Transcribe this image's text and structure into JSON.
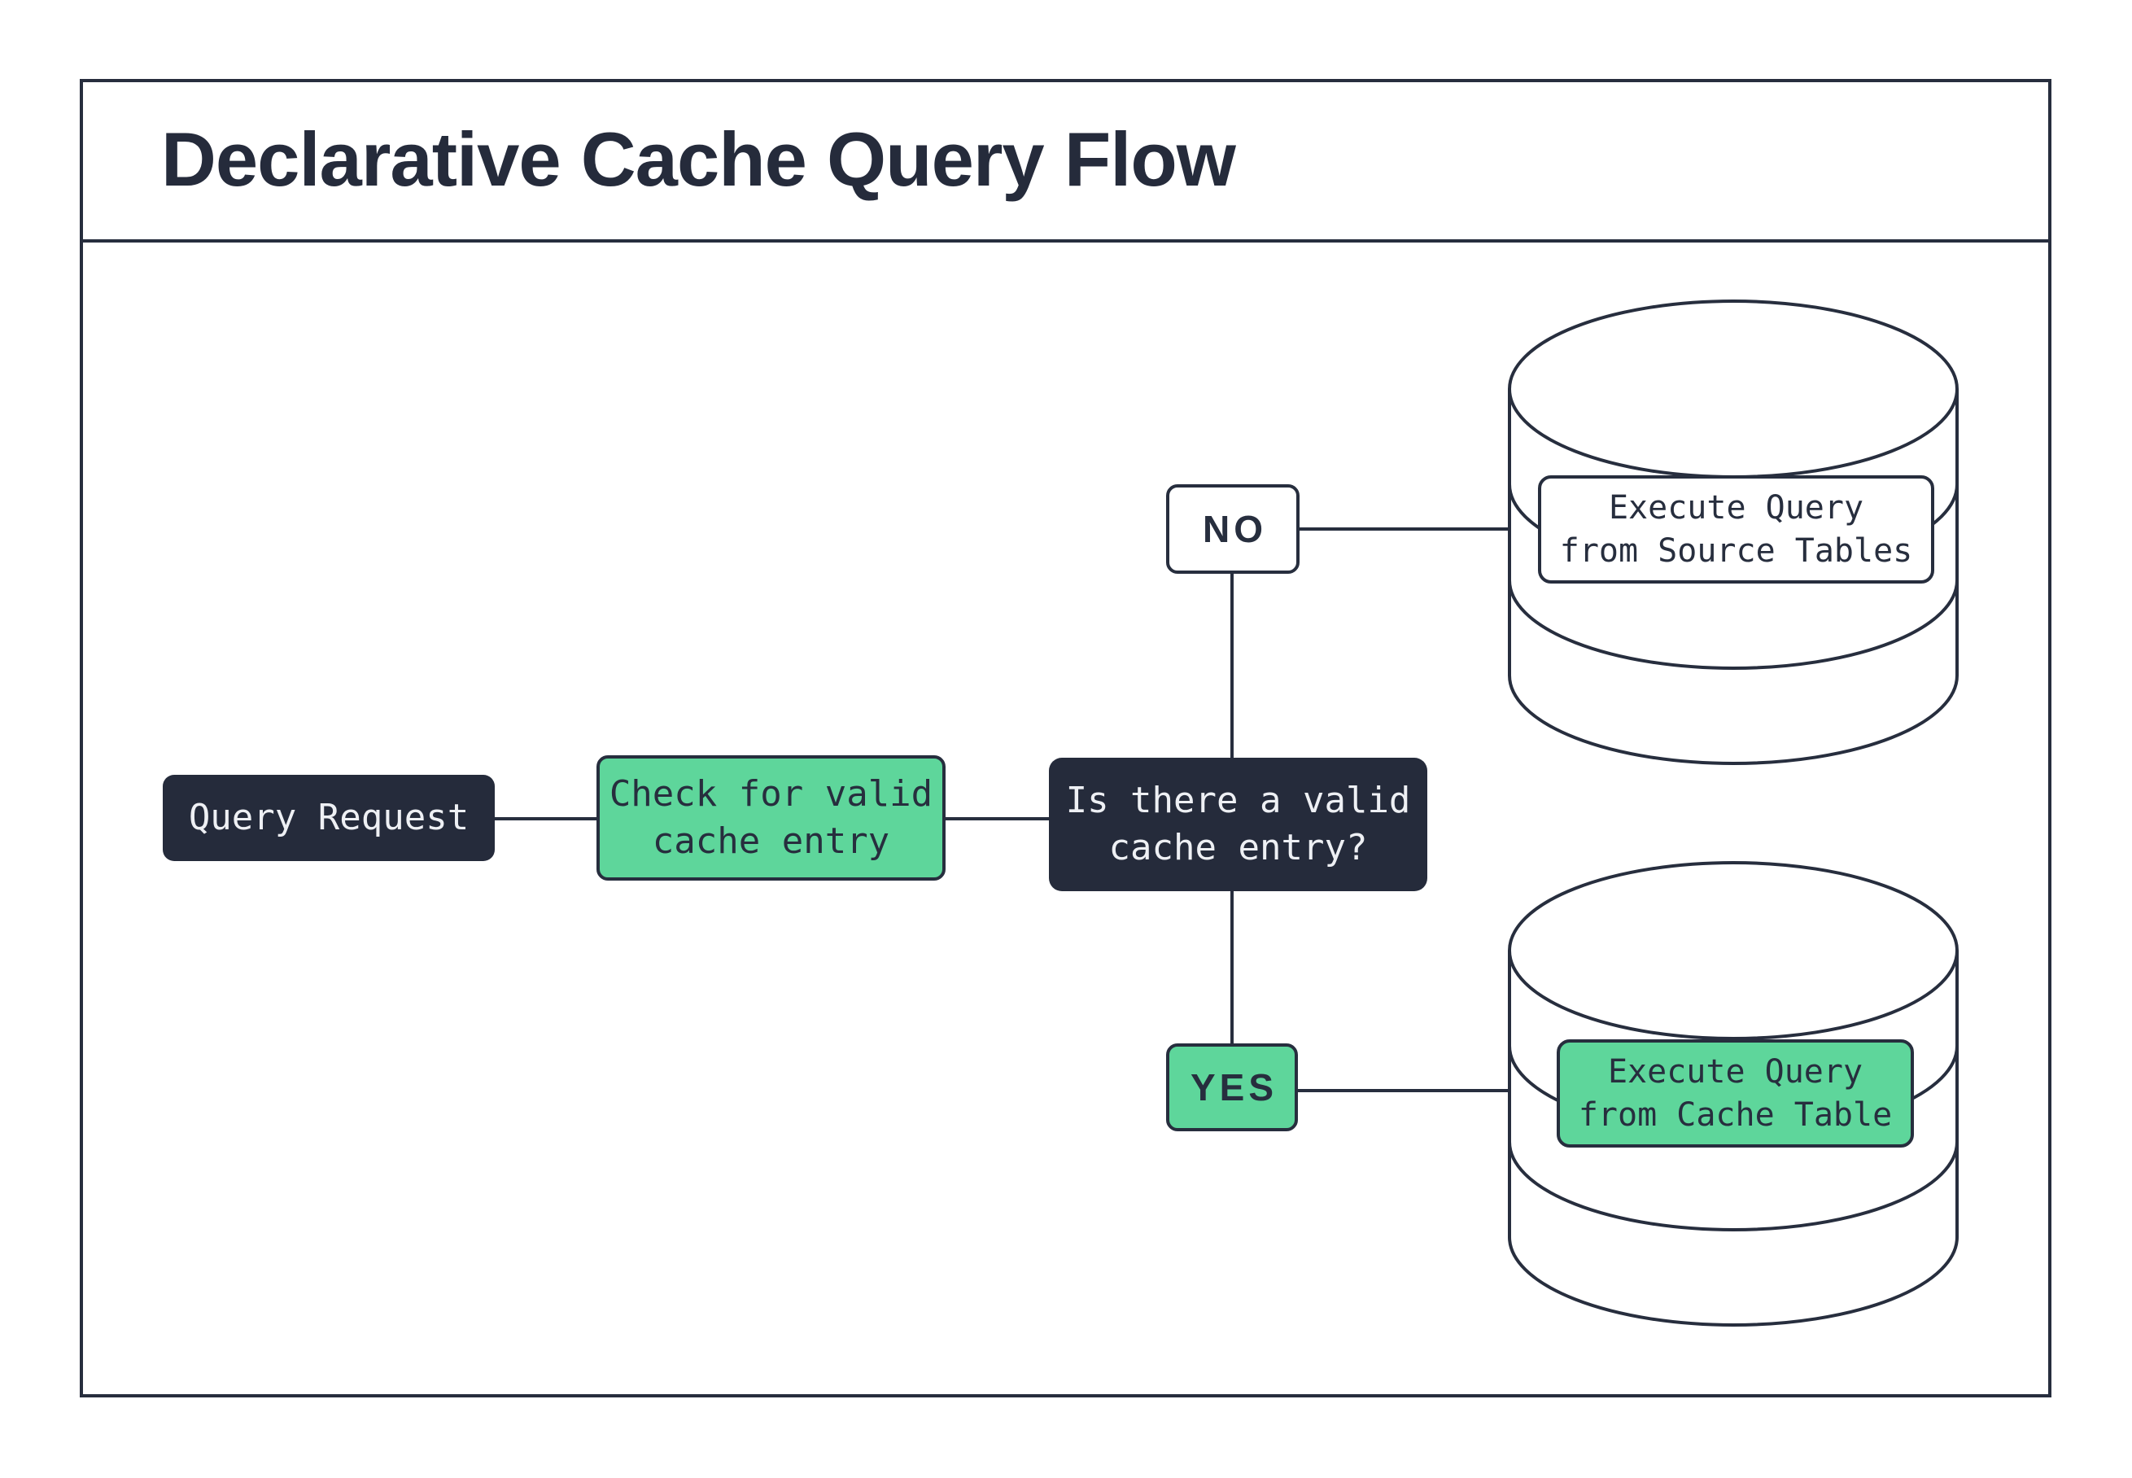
{
  "header": {
    "title": "Declarative Cache Query Flow"
  },
  "nodes": {
    "query_request": {
      "label": "Query Request"
    },
    "check_cache": {
      "label": "Check for valid\ncache entry"
    },
    "decision": {
      "label": "Is there a valid\ncache entry?"
    },
    "branch_no": {
      "label": "NO"
    },
    "branch_yes": {
      "label": "YES"
    },
    "execute_source": {
      "label": "Execute Query\nfrom Source Tables"
    },
    "execute_cache": {
      "label": "Execute Query\nfrom Cache Table"
    }
  },
  "icons": {
    "source_database": "database-cylinder-icon",
    "cache_database": "database-cylinder-icon"
  },
  "colors": {
    "ink": "#272e3e",
    "node_dark_fill": "#252b3b",
    "accent_green": "#5ed69b",
    "node_light_text": "#eef0f4",
    "background": "#ffffff"
  },
  "edges": [
    {
      "from": "query_request",
      "to": "check_cache"
    },
    {
      "from": "check_cache",
      "to": "decision"
    },
    {
      "from": "decision",
      "to": "branch_no"
    },
    {
      "from": "decision",
      "to": "branch_yes"
    },
    {
      "from": "branch_no",
      "to": "execute_source"
    },
    {
      "from": "branch_yes",
      "to": "execute_cache"
    }
  ]
}
